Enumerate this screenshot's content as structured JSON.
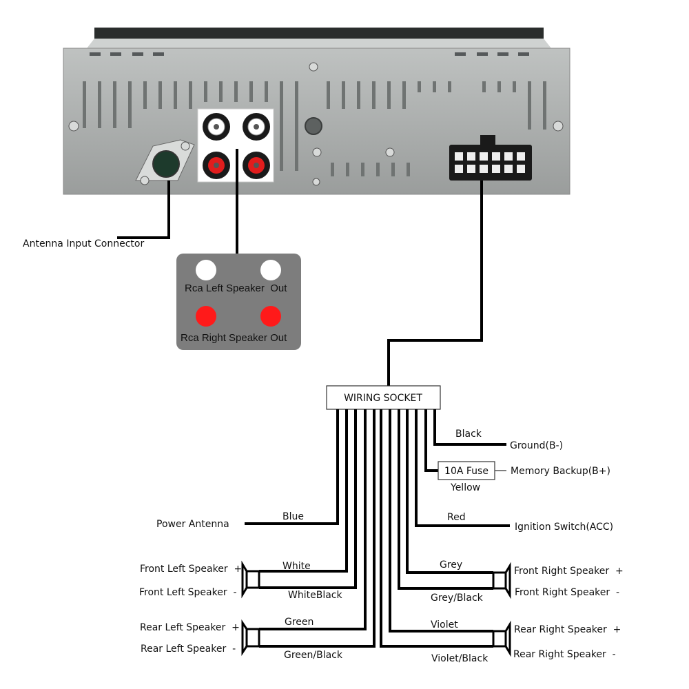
{
  "antenna": {
    "label": "Antenna Input Connector"
  },
  "rca_box": {
    "left_label": "Rca Left Speaker  Out",
    "right_label": "Rca Right Speaker Out"
  },
  "socket": {
    "label": "WIRING SOCKET"
  },
  "wires": {
    "ground": {
      "color_label": "Black",
      "function": "Ground(B-)"
    },
    "memory": {
      "fuse_label": "10A Fuse",
      "color_label": "Yellow",
      "function": "Memory Backup(B+)"
    },
    "ignition": {
      "color_label": "Red",
      "function": "Ignition Switch(ACC)"
    },
    "antenna": {
      "color_label": "Blue",
      "function": "Power Antenna"
    },
    "front_left": {
      "pos_function": "Front Left Speaker  +",
      "neg_function": "Front Left Speaker  -",
      "pos_color": "White",
      "neg_color": "WhiteBlack"
    },
    "rear_left": {
      "pos_function": "Rear Left Speaker  +",
      "neg_function": "Rear Left Speaker  -",
      "pos_color": "Green",
      "neg_color": "Green/Black"
    },
    "front_right": {
      "pos_function": "Front Right Speaker  +",
      "neg_function": "Front Right Speaker  -",
      "pos_color": "Grey",
      "neg_color": "Grey/Black"
    },
    "rear_right": {
      "pos_function": "Rear Right Speaker  +",
      "neg_function": "Rear Right Speaker  -",
      "pos_color": "Violet",
      "neg_color": "Violet/Black"
    }
  },
  "colors": {
    "chassis": "#a9acab",
    "rca_white": "#ffffff",
    "rca_red": "#ff1a1a",
    "rca_box_bg": "#7d7d7d"
  }
}
